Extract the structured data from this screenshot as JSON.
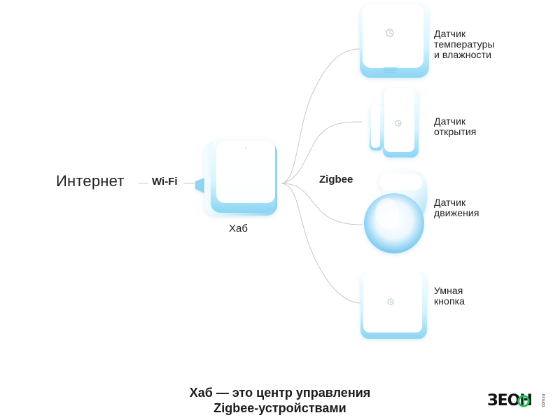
{
  "diagram": {
    "source_label": "Интернет",
    "connection_label": "Wi-Fi",
    "hub_label": "Хаб",
    "protocol_label": "Zigbee",
    "devices": [
      {
        "id": "temperature-humidity-sensor",
        "label": "Датчик\nтемпературы\nи влажности"
      },
      {
        "id": "opening-sensor",
        "label": "Датчик\nоткрытия"
      },
      {
        "id": "motion-sensor",
        "label": "Датчик\nдвижения"
      },
      {
        "id": "smart-button",
        "label": "Умная\nкнопка"
      }
    ],
    "caption": "Хаб — это центр управления\nZigbee-устройствами"
  },
  "branding": {
    "logo_text": "ЗЕОН",
    "logo_small_text": "com.ru"
  },
  "colors": {
    "line": "#c9c9c9",
    "device_blue": "#8fd3f0",
    "device_white": "#ffffff",
    "logo_green": "#1fc15a",
    "text": "#222222"
  }
}
